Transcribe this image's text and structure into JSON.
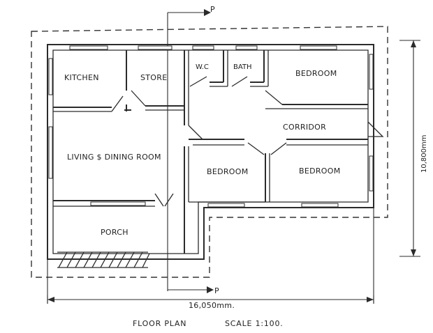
{
  "rooms": {
    "kitchen": "KITCHEN",
    "store": "STORE",
    "wc": "W.C",
    "bath": "BATH",
    "bedroom_top": "BEDROOM",
    "corridor": "CORRIDOR",
    "living_dining": "LIVING $ DINING ROOM",
    "bedroom_middle": "BEDROOM",
    "bedroom_right": "BEDROOM",
    "porch": "PORCH"
  },
  "section_marks": {
    "top": "P",
    "bottom": "P"
  },
  "dimensions": {
    "width": "16,050mm.",
    "height": "10,800mm"
  },
  "caption": {
    "title": "FLOOR PLAN",
    "scale": "SCALE 1:100."
  },
  "colors": {
    "ink": "#2b2b2b",
    "paper": "#ffffff"
  }
}
